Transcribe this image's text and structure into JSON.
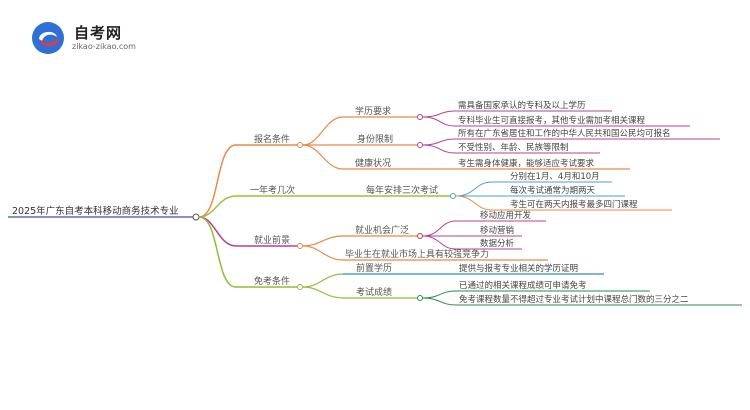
{
  "logo": {
    "title": "自考网",
    "subtitle": "zikao-zikao.com"
  },
  "mindmap": {
    "root": "2025年广东自考本科移动商务技术专业",
    "branches": [
      {
        "label": "报名条件",
        "color": "#e8894a",
        "children": [
          {
            "label": "学历要求",
            "leaves": [
              "需具备国家承认的专科及以上学历",
              "专科毕业生可直接报考，其他专业需加考相关课程"
            ]
          },
          {
            "label": "身份限制",
            "leaves": [
              "所有在广东省居住和工作的中华人民共和国公民均可报名",
              "不受性别、年龄、民族等限制"
            ]
          },
          {
            "label": "健康状况",
            "leaves": [
              "考生需身体健康，能够适应考试要求"
            ]
          }
        ]
      },
      {
        "label": "一年考几次",
        "color": "#9bc43a",
        "children": [
          {
            "label": "每年安排三次考试",
            "leaves": [
              "分别在1月、4月和10月",
              "每次考试通常为期两天",
              "考生可在两天内报考最多四门课程"
            ]
          }
        ]
      },
      {
        "label": "就业前景",
        "color": "#b5418e",
        "children": [
          {
            "label": "就业机会广泛",
            "leaves": [
              "移动应用开发",
              "移动营销",
              "数据分析"
            ]
          },
          {
            "label": "毕业生在就业市场上具有较强竞争力",
            "leaves": []
          }
        ]
      },
      {
        "label": "免考条件",
        "color": "#8fbe3a",
        "children": [
          {
            "label": "前置学历",
            "leaves": [
              "提供与报考专业相关的学历证明"
            ]
          },
          {
            "label": "考试成绩",
            "leaves": [
              "已通过的相关课程成绩可申请免考",
              "免考课程数量不得超过专业考试计划中课程总门数的三分之二"
            ]
          }
        ]
      }
    ]
  }
}
